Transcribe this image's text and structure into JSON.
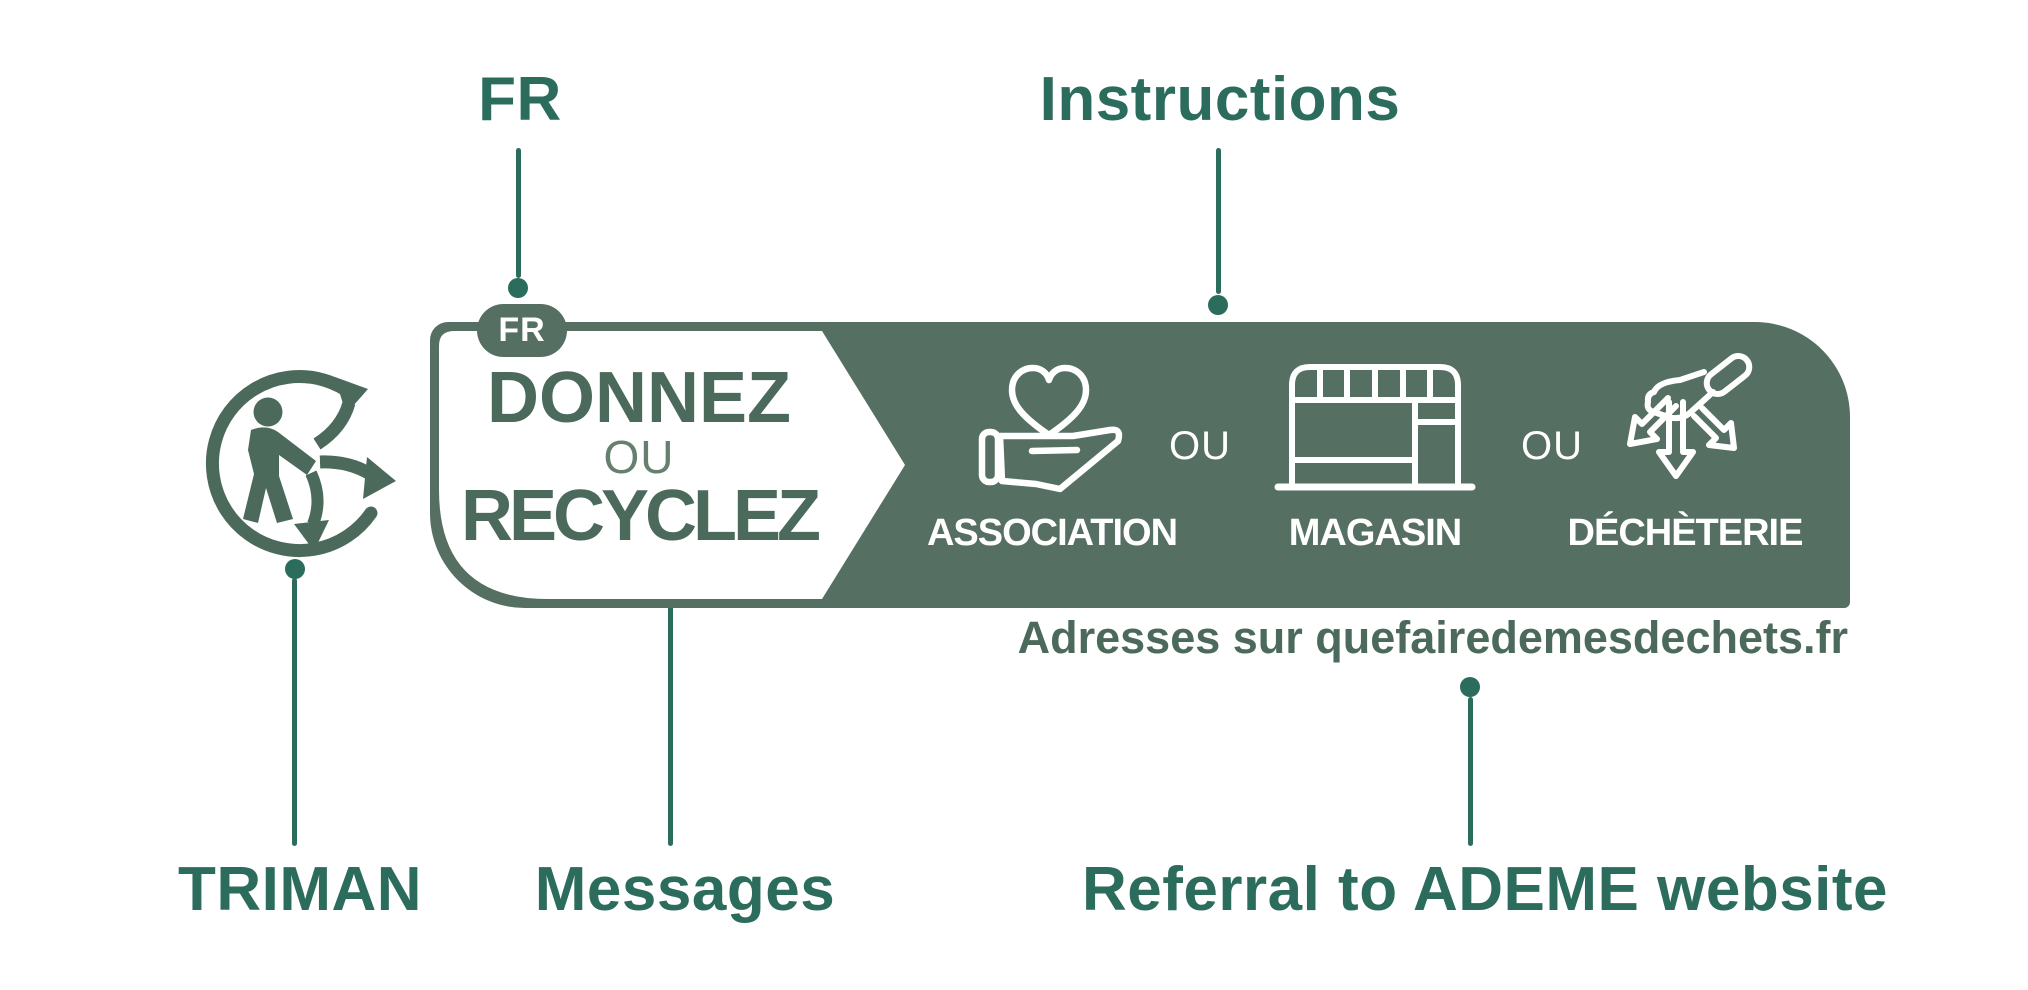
{
  "colors": {
    "annotation_teal": "#2C6C5C",
    "banner_green": "#556F62",
    "label_dark_green": "#4C6A5C",
    "light_ou_green": "#66806F",
    "white": "#FFFFFF"
  },
  "annotations": {
    "fr": "FR",
    "instructions": "Instructions",
    "triman": "TRIMAN",
    "messages": "Messages",
    "referral": "Referral to ADEME website"
  },
  "signage": {
    "country_badge": "FR",
    "message": {
      "line1": "DONNEZ",
      "line2": "OU",
      "line3": "RECYCLEZ"
    },
    "separator": "OU",
    "destinations": [
      {
        "icon": "hand-holding-heart-icon",
        "label": "ASSOCIATION"
      },
      {
        "icon": "storefront-icon",
        "label": "MAGASIN"
      },
      {
        "icon": "hand-sorting-waste-icon",
        "label": "DÉCHÈTERIE"
      }
    ],
    "referral_text": "Adresses sur quefairedemesdechets.fr"
  }
}
